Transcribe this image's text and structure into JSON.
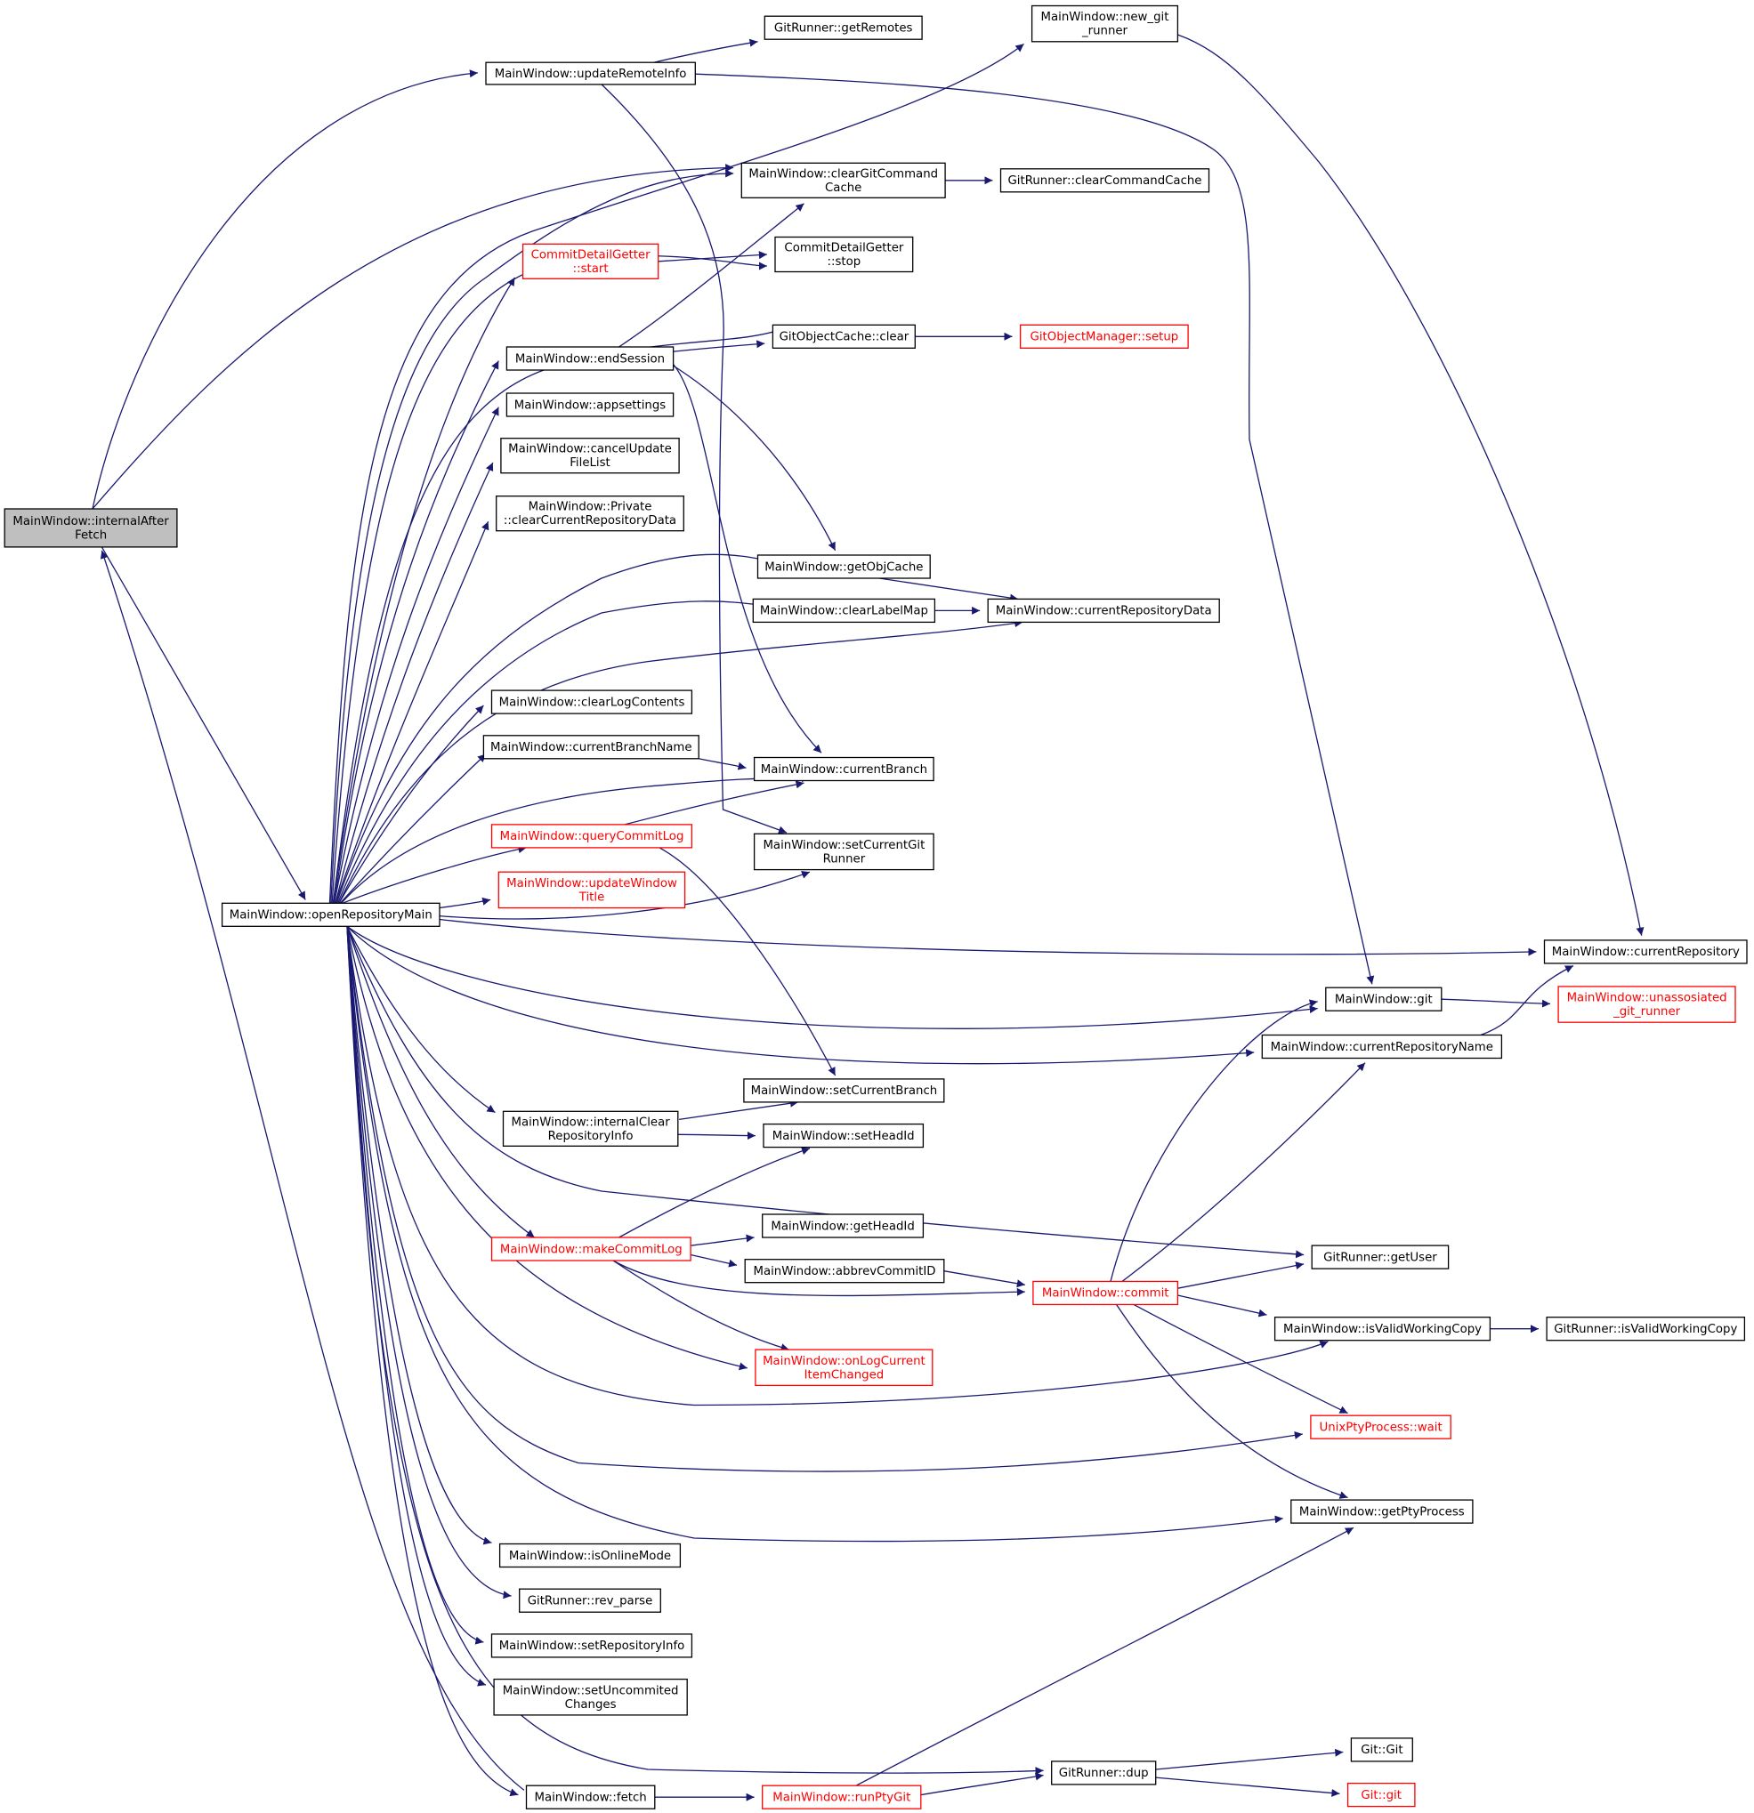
{
  "diagram": {
    "edge_color": "#191970",
    "partial_node_color": "#ff0000",
    "root_fill": "#bfbfbf",
    "nodes": [
      {
        "id": "internalAfterFetch",
        "lines": [
          "MainWindow::internalAfter",
          "Fetch"
        ],
        "style": "root"
      },
      {
        "id": "updateRemoteInfo",
        "lines": [
          "MainWindow::updateRemoteInfo"
        ]
      },
      {
        "id": "getRemotes",
        "lines": [
          "GitRunner::getRemotes"
        ]
      },
      {
        "id": "new_git_runner",
        "lines": [
          "MainWindow::new_git",
          "_runner"
        ]
      },
      {
        "id": "clearGitCommandCache",
        "lines": [
          "MainWindow::clearGitCommand",
          "Cache"
        ]
      },
      {
        "id": "clearCommandCache",
        "lines": [
          "GitRunner::clearCommandCache"
        ]
      },
      {
        "id": "cdg_start",
        "lines": [
          "CommitDetailGetter",
          "::start"
        ],
        "style": "partial"
      },
      {
        "id": "cdg_stop",
        "lines": [
          "CommitDetailGetter",
          "::stop"
        ]
      },
      {
        "id": "objcache_clear",
        "lines": [
          "GitObjectCache::clear"
        ]
      },
      {
        "id": "objmgr_setup",
        "lines": [
          "GitObjectManager::setup"
        ],
        "style": "partial"
      },
      {
        "id": "endSession",
        "lines": [
          "MainWindow::endSession"
        ]
      },
      {
        "id": "appsettings",
        "lines": [
          "MainWindow::appsettings"
        ]
      },
      {
        "id": "cancelUpdateFileList",
        "lines": [
          "MainWindow::cancelUpdate",
          "FileList"
        ]
      },
      {
        "id": "clearCurrentRepositoryData",
        "lines": [
          "MainWindow::Private",
          "::clearCurrentRepositoryData"
        ]
      },
      {
        "id": "getObjCache",
        "lines": [
          "MainWindow::getObjCache"
        ]
      },
      {
        "id": "clearLabelMap",
        "lines": [
          "MainWindow::clearLabelMap"
        ]
      },
      {
        "id": "currentRepositoryData",
        "lines": [
          "MainWindow::currentRepositoryData"
        ]
      },
      {
        "id": "clearLogContents",
        "lines": [
          "MainWindow::clearLogContents"
        ]
      },
      {
        "id": "currentBranchName",
        "lines": [
          "MainWindow::currentBranchName"
        ]
      },
      {
        "id": "currentBranch",
        "lines": [
          "MainWindow::currentBranch"
        ]
      },
      {
        "id": "queryCommitLog",
        "lines": [
          "MainWindow::queryCommitLog"
        ],
        "style": "partial"
      },
      {
        "id": "setCurrentGitRunner",
        "lines": [
          "MainWindow::setCurrentGit",
          "Runner"
        ]
      },
      {
        "id": "updateWindowTitle",
        "lines": [
          "MainWindow::updateWindow",
          "Title"
        ],
        "style": "partial"
      },
      {
        "id": "openRepositoryMain",
        "lines": [
          "MainWindow::openRepositoryMain"
        ]
      },
      {
        "id": "currentRepository",
        "lines": [
          "MainWindow::currentRepository"
        ]
      },
      {
        "id": "mw_git",
        "lines": [
          "MainWindow::git"
        ]
      },
      {
        "id": "unassosiated_git_runner",
        "lines": [
          "MainWindow::unassosiated",
          "_git_runner"
        ],
        "style": "partial"
      },
      {
        "id": "currentRepositoryName",
        "lines": [
          "MainWindow::currentRepositoryName"
        ]
      },
      {
        "id": "setCurrentBranch",
        "lines": [
          "MainWindow::setCurrentBranch"
        ]
      },
      {
        "id": "internalClearRepositoryInfo",
        "lines": [
          "MainWindow::internalClear",
          "RepositoryInfo"
        ]
      },
      {
        "id": "setHeadId",
        "lines": [
          "MainWindow::setHeadId"
        ]
      },
      {
        "id": "getHeadId",
        "lines": [
          "MainWindow::getHeadId"
        ]
      },
      {
        "id": "makeCommitLog",
        "lines": [
          "MainWindow::makeCommitLog"
        ],
        "style": "partial"
      },
      {
        "id": "getUser",
        "lines": [
          "GitRunner::getUser"
        ]
      },
      {
        "id": "abbrevCommitID",
        "lines": [
          "MainWindow::abbrevCommitID"
        ]
      },
      {
        "id": "commit",
        "lines": [
          "MainWindow::commit"
        ],
        "style": "partial"
      },
      {
        "id": "mw_isValidWorkingCopy",
        "lines": [
          "MainWindow::isValidWorkingCopy"
        ]
      },
      {
        "id": "gr_isValidWorkingCopy",
        "lines": [
          "GitRunner::isValidWorkingCopy"
        ]
      },
      {
        "id": "onLogCurrentItemChanged",
        "lines": [
          "MainWindow::onLogCurrent",
          "ItemChanged"
        ],
        "style": "partial"
      },
      {
        "id": "unixpty_wait",
        "lines": [
          "UnixPtyProcess::wait"
        ],
        "style": "partial"
      },
      {
        "id": "getPtyProcess",
        "lines": [
          "MainWindow::getPtyProcess"
        ]
      },
      {
        "id": "isOnlineMode",
        "lines": [
          "MainWindow::isOnlineMode"
        ]
      },
      {
        "id": "rev_parse",
        "lines": [
          "GitRunner::rev_parse"
        ]
      },
      {
        "id": "setRepositoryInfo",
        "lines": [
          "MainWindow::setRepositoryInfo"
        ]
      },
      {
        "id": "setUncommitedChanges",
        "lines": [
          "MainWindow::setUncommited",
          "Changes"
        ]
      },
      {
        "id": "gr_dup",
        "lines": [
          "GitRunner::dup"
        ]
      },
      {
        "id": "git_Git",
        "lines": [
          "Git::Git"
        ]
      },
      {
        "id": "git_git",
        "lines": [
          "Git::git"
        ],
        "style": "partial"
      },
      {
        "id": "fetch",
        "lines": [
          "MainWindow::fetch"
        ]
      },
      {
        "id": "runPtyGit",
        "lines": [
          "MainWindow::runPtyGit"
        ],
        "style": "partial"
      }
    ]
  }
}
